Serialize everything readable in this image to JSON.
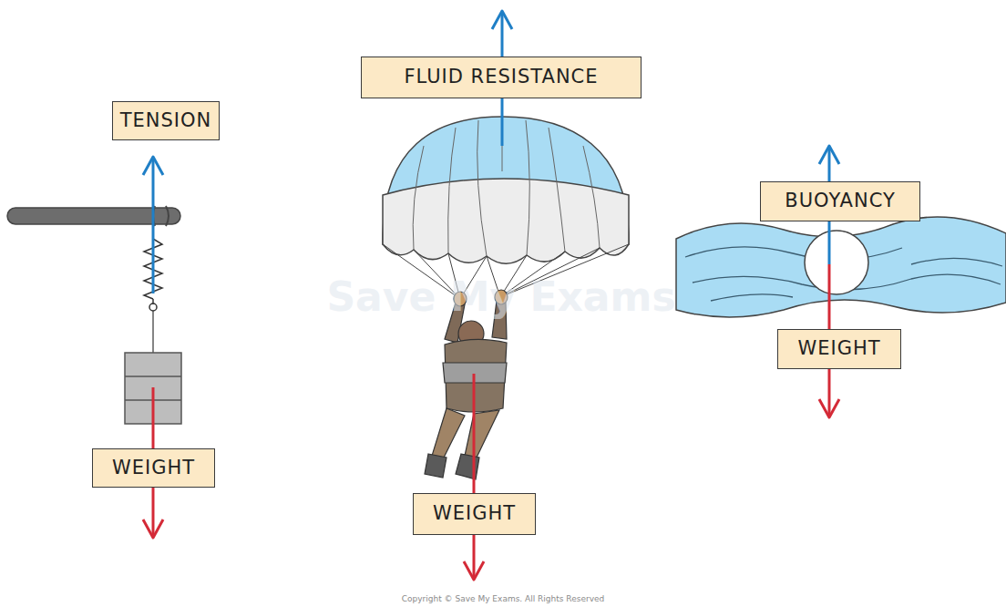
{
  "diagram": {
    "nodes": [
      {
        "text": [
          "TENSION"
        ]
      },
      {
        "text": [
          "WEIGHT"
        ]
      },
      {
        "text": [
          "FLUID RESISTANCE"
        ]
      },
      {
        "text": [
          "WEIGHT"
        ]
      },
      {
        "text": [
          "BUOYANCY"
        ]
      },
      {
        "text": [
          "WEIGHT"
        ]
      }
    ],
    "labels": [
      "Copyright © Save My Exams. All Rights Reserved",
      "Save My Exams"
    ]
  }
}
